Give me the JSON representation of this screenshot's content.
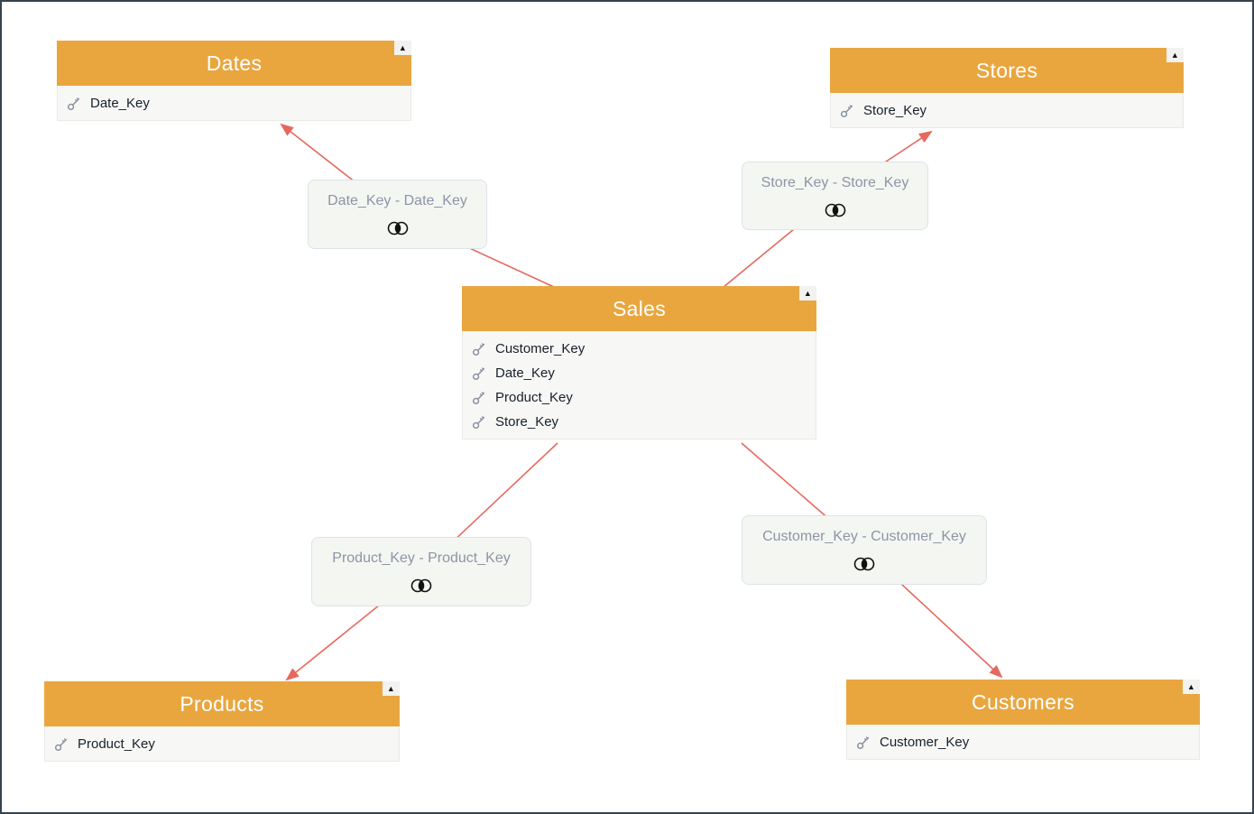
{
  "colors": {
    "table_header": "#E9A63F",
    "table_body": "#F7F8F5",
    "arrow": "#E5695E",
    "key_icon": "#8B93A2",
    "relationship_text": "#8D95A6",
    "canvas_border": "#36424E"
  },
  "tables": [
    {
      "title": "Dates",
      "collapse_icon": "▲",
      "fields": [
        "Date_Key"
      ]
    },
    {
      "title": "Stores",
      "collapse_icon": "▲",
      "fields": [
        "Store_Key"
      ]
    },
    {
      "title": "Sales",
      "collapse_icon": "▲",
      "fields": [
        "Customer_Key",
        "Date_Key",
        "Product_Key",
        "Store_Key"
      ]
    },
    {
      "title": "Products",
      "collapse_icon": "▲",
      "fields": [
        "Product_Key"
      ]
    },
    {
      "title": "Customers",
      "collapse_icon": "▲",
      "fields": [
        "Customer_Key"
      ]
    }
  ],
  "relationships": [
    {
      "label": "Date_Key - Date_Key",
      "from": "Sales",
      "to": "Dates",
      "join_icon": "inner-join-venn"
    },
    {
      "label": "Store_Key - Store_Key",
      "from": "Sales",
      "to": "Stores",
      "join_icon": "inner-join-venn"
    },
    {
      "label": "Product_Key - Product_Key",
      "from": "Sales",
      "to": "Products",
      "join_icon": "inner-join-venn"
    },
    {
      "label": "Customer_Key - Customer_Key",
      "from": "Sales",
      "to": "Customers",
      "join_icon": "inner-join-venn"
    }
  ]
}
